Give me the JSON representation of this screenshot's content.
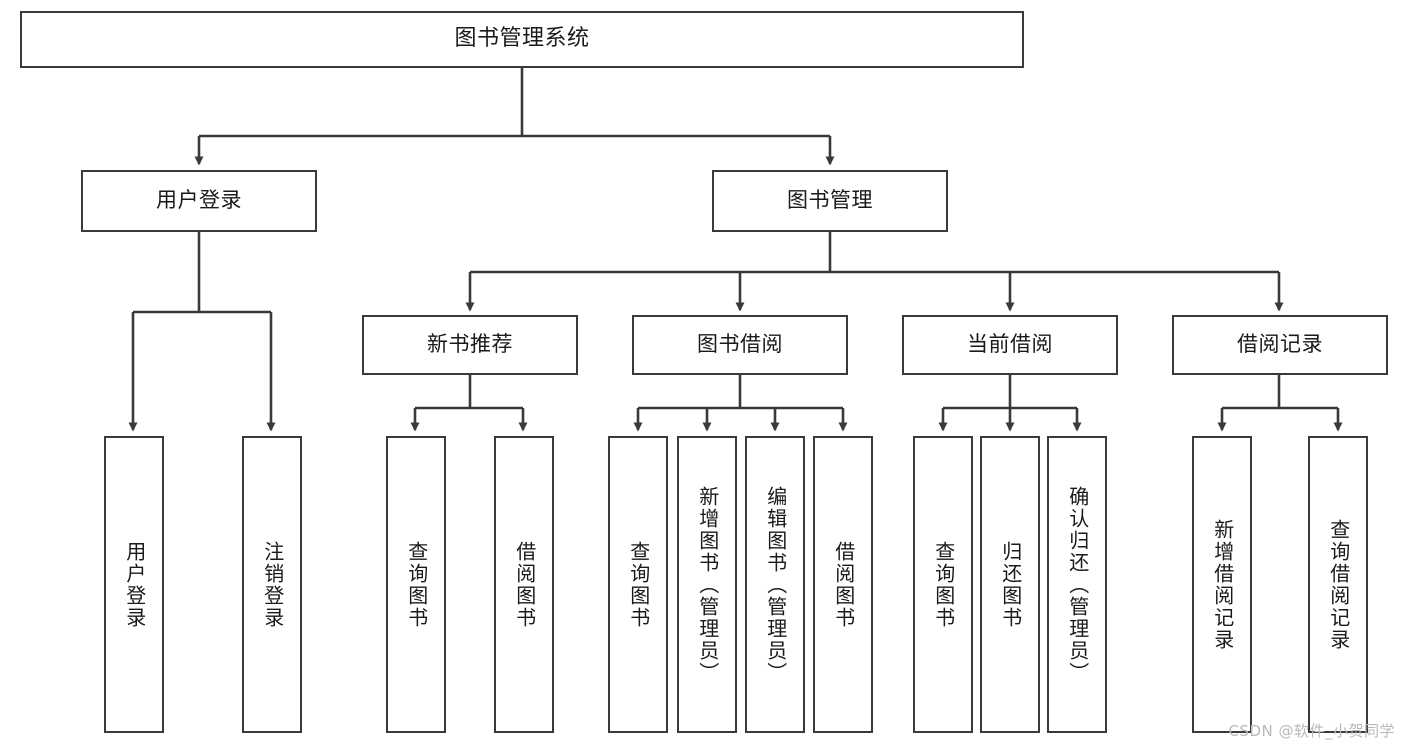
{
  "diagram": {
    "title": "图书管理系统",
    "type": "tree-hierarchy",
    "root": {
      "label": "图书管理系统"
    },
    "level2": [
      {
        "label": "用户登录"
      },
      {
        "label": "图书管理"
      }
    ],
    "level3": [
      {
        "label": "新书推荐"
      },
      {
        "label": "图书借阅"
      },
      {
        "label": "当前借阅"
      },
      {
        "label": "借阅记录"
      }
    ],
    "leaves": {
      "user_login": [
        {
          "label": "用户登录"
        },
        {
          "label": "注销登录"
        }
      ],
      "new_book_recommend": [
        {
          "label": "查询图书"
        },
        {
          "label": "借阅图书"
        }
      ],
      "book_borrow": [
        {
          "label": "查询图书"
        },
        {
          "label": "新增图书（管理员）"
        },
        {
          "label": "编辑图书（管理员）"
        },
        {
          "label": "借阅图书"
        }
      ],
      "current_borrow": [
        {
          "label": "查询图书"
        },
        {
          "label": "归还图书"
        },
        {
          "label": "确认归还（管理员）"
        }
      ],
      "borrow_record": [
        {
          "label": "新增借阅记录"
        },
        {
          "label": "查询借阅记录"
        }
      ]
    }
  },
  "watermark": {
    "text": "CSDN @软件_小贺同学"
  },
  "colors": {
    "stroke": "#3a3a3a",
    "text": "#1a1a1a",
    "background": "#ffffff",
    "watermark": "#b9b9b9"
  }
}
